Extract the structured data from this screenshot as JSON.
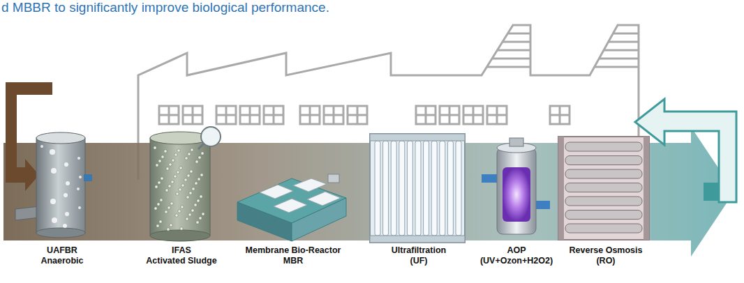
{
  "diagram": {
    "nodes": [
      {
        "text": [
          "UAFBR",
          "Anaerobic"
        ]
      },
      {
        "text": [
          "IFAS",
          "Activated Sludge"
        ]
      },
      {
        "text": [
          "Membrane Bio-Reactor",
          "MBR"
        ]
      },
      {
        "text": [
          "Ultrafiltration",
          "(UF)"
        ]
      },
      {
        "text": [
          "AOP",
          "(UV+Ozon+H2O2)"
        ]
      },
      {
        "text": [
          "Reverse Osmosis",
          "(RO)"
        ]
      }
    ],
    "labels": [
      "d MBBR to significantly improve biological performance."
    ]
  }
}
